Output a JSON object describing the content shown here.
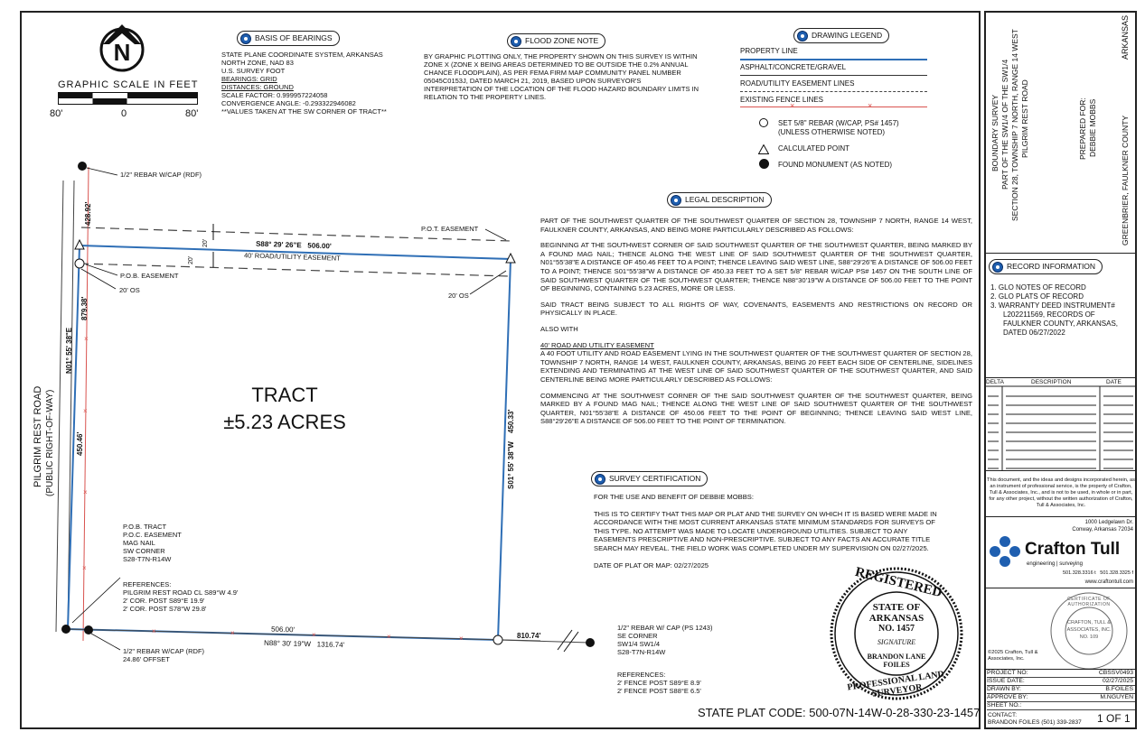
{
  "north_arrow": {
    "letter": "N"
  },
  "graphic_scale": {
    "title": "GRAPHIC SCALE IN FEET",
    "left": "80'",
    "mid": "0",
    "right": "80'"
  },
  "basis_of_bearings": {
    "title": "BASIS OF BEARINGS",
    "lines": [
      "STATE PLANE COORDINATE SYSTEM, ARKANSAS",
      "NORTH ZONE, NAD 83",
      "U.S. SURVEY FOOT",
      "BEARINGS: GRID",
      "DISTANCES: GROUND",
      "SCALE FACTOR: 0.999957224058",
      "CONVERGENCE ANGLE: -0.293322946082",
      "**VALUES TAKEN AT THE SW CORNER OF TRACT**"
    ]
  },
  "flood_zone": {
    "title": "FLOOD ZONE NOTE",
    "text": "BY GRAPHIC PLOTTING ONLY, THE PROPERTY SHOWN ON THIS SURVEY IS WITHIN ZONE X (ZONE X BEING AREAS DETERMINED TO BE OUTSIDE THE 0.2% ANNUAL CHANCE FLOODPLAIN), AS PER FEMA FIRM MAP COMMUNITY PANEL NUMBER 05045C0153J, DATED MARCH 21, 2019, BASED UPON SURVEYOR'S INTERPRETATION OF THE LOCATION OF THE FLOOD HAZARD BOUNDARY LIMITS IN RELATION TO THE PROPERTY LINES."
  },
  "legend": {
    "title": "DRAWING LEGEND",
    "property_line": "PROPERTY LINE",
    "asphalt": "ASPHALT/CONCRETE/GRAVEL",
    "easement": "ROAD/UTILITY EASEMENT LINES",
    "fence": "EXISTING FENCE LINES",
    "rebar": "SET 5/8\" REBAR (W/CAP, PS# 1457)",
    "rebar2": "(UNLESS OTHERWISE NOTED)",
    "calc": "CALCULATED POINT",
    "found": "FOUND MONUMENT (AS NOTED)"
  },
  "legal": {
    "title": "LEGAL DESCRIPTION",
    "p1": "PART OF THE SOUTHWEST QUARTER OF THE SOUTHWEST QUARTER OF SECTION 28, TOWNSHIP 7 NORTH, RANGE 14 WEST, FAULKNER COUNTY, ARKANSAS, AND BEING MORE PARTICULARLY DESCRIBED AS FOLLOWS:",
    "p2": "BEGINNING AT THE SOUTHWEST CORNER OF SAID SOUTHWEST QUARTER OF THE SOUTHWEST QUARTER, BEING MARKED BY A FOUND MAG NAIL; THENCE ALONG THE WEST LINE OF SAID SOUTHWEST QUARTER OF THE SOUTHWEST QUARTER, N01°55'38\"E A DISTANCE OF 450.46 FEET TO A POINT; THENCE LEAVING SAID WEST LINE, S88°29'26\"E A DISTANCE OF 506.00 FEET TO A POINT; THENCE S01°55'38\"W A DISTANCE OF 450.33 FEET TO A SET 5/8\" REBAR W/CAP PS# 1457 ON THE SOUTH LINE OF SAID SOUTHWEST QUARTER OF THE SOUTHWEST QUARTER; THENCE N88°30'19\"W A DISTANCE OF 506.00 FEET TO THE POINT OF BEGINNING, CONTAINING 5.23 ACRES, MORE OR LESS.",
    "p3": "SAID TRACT BEING SUBJECT TO ALL RIGHTS OF WAY, COVENANTS, EASEMENTS AND RESTRICTIONS ON RECORD OR PHYSICALLY IN PLACE.",
    "p4": "ALSO WITH",
    "p5_title": "40' ROAD AND UTILITY EASEMENT",
    "p5": "A 40 FOOT UTILITY AND ROAD EASEMENT LYING IN THE SOUTHWEST QUARTER OF THE SOUTHWEST QUARTER OF SECTION 28, TOWNSHIP 7 NORTH, RANGE 14 WEST, FAULKNER COUNTY, ARKANSAS, BEING 20 FEET EACH SIDE OF CENTERLINE, SIDELINES EXTENDING AND TERMINATING AT THE WEST LINE OF SAID SOUTHWEST QUARTER OF THE SOUTHWEST QUARTER, AND SAID CENTERLINE BEING MORE PARTICULARLY DESCRIBED AS FOLLOWS:",
    "p6": "COMMENCING AT THE SOUTHWEST CORNER OF THE SAID SOUTHWEST QUARTER OF THE SOUTHWEST QUARTER, BEING MARKED BY A FOUND MAG NAIL; THENCE ALONG THE WEST LINE OF SAID SOUTHWEST QUARTER OF THE SOUTHWEST QUARTER, N01°55'38\"E A DISTANCE OF 450.06 FEET TO THE POINT OF BEGINNING; THENCE LEAVING SAID WEST LINE, S88°29'26\"E A DISTANCE OF 506.00 FEET TO THE POINT OF TERMINATION."
  },
  "cert": {
    "title": "SURVEY CERTIFICATION",
    "p1": "FOR THE USE AND BENEFIT OF DEBBIE MOBBS:",
    "p2": "THIS IS TO CERTIFY THAT THIS MAP OR PLAT AND THE SURVEY ON WHICH IT IS BASED WERE MADE IN ACCORDANCE WITH THE MOST CURRENT ARKANSAS STATE MINIMUM STANDARDS FOR SURVEYS OF THIS TYPE. NO ATTEMPT WAS MADE TO LOCATE UNDERGROUND UTILITIES. SUBJECT TO ANY EASEMENTS PRESCRIPTIVE AND NON-PRESCRIPTIVE. SUBJECT TO ANY FACTS AN ACCURATE TITLE SEARCH MAY REVEAL. THE FIELD WORK WAS COMPLETED UNDER MY SUPERVISION ON 02/27/2025.",
    "p3": "DATE OF PLAT OR MAP: 02/27/2025"
  },
  "seal": {
    "top": "REGISTERED",
    "state": "STATE OF",
    "ark": "ARKANSAS",
    "no": "NO. 1457",
    "sig": "SIGNATURE",
    "name": "BRANDON LANE FOILES",
    "arc": "PROFESSIONAL LAND SURVEYOR"
  },
  "plat_code": "STATE PLAT CODE: 500-07N-14W-0-28-330-23-1457",
  "drawing": {
    "tract": "TRACT",
    "acres": "±5.23 ACRES",
    "road1": "PILGRIM REST ROAD",
    "road2": "(PUBLIC RIGHT-OF-WAY)",
    "rebar_top": "1/2\" REBAR W/CAP (RDF)",
    "d42892": "428.92'",
    "b87938": "879.38'",
    "west_bearing": "N01° 55' 38\"E",
    "west_dist": "450.46'",
    "east_bearing": "S01° 55' 38\"W",
    "east_dist": "450.33'",
    "north_bearing": "S88° 29' 26\"E",
    "north_dist": "506.00'",
    "easement_label": "40' ROAD/UTILITY EASEMENT",
    "pot": "P.O.T. EASEMENT",
    "pob_eas": "P.O.B. EASEMENT",
    "os20a": "20' OS",
    "os20b": "20' OS",
    "dim20a": "20'",
    "dim20b": "20'",
    "south_dist": "506.00'",
    "south_bearing": "N88° 30' 19\"W",
    "south_total": "1316.74'",
    "d81074": "810.74'",
    "pob_tract": [
      "P.O.B. TRACT",
      "P.O.C. EASEMENT",
      "MAG NAIL",
      "SW CORNER",
      "S28-T7N-R14W"
    ],
    "refs_sw": [
      "REFERENCES:",
      "PILGRIM REST ROAD CL S89°W 4.9'",
      "2' COR. POST S89°E 19.9'",
      "2' COR. POST S78°W 29.8'"
    ],
    "rebar_sw": "1/2\" REBAR W/CAP (RDF)",
    "rebar_sw2": "24.86' OFFSET",
    "se_lines": [
      "1/2\" REBAR W/ CAP (PS 1243)",
      "SE CORNER",
      "SW1/4 SW1/4",
      "S28-T7N-R14W"
    ],
    "refs_se": [
      "REFERENCES:",
      "2' FENCE POST S89°E 8.9'",
      "2' FENCE POST S88°E 6.5'"
    ]
  },
  "title_block": {
    "state": "ARKANSAS",
    "county": "GREENBRIER, FAULKNER COUNTY",
    "survey": [
      "BOUNDARY SURVEY",
      "PART OF THE SW1/4 OF THE SW1/4",
      "SECTION 28, TOWNSHIP 7 NORTH, RANGE 14 WEST",
      "PILGRIM REST ROAD"
    ],
    "prepared": [
      "PREPARED FOR:",
      "DEBBIE MOBBS"
    ],
    "record_title": "RECORD INFORMATION",
    "records": [
      "1.  GLO NOTES OF RECORD",
      "2.  GLO PLATS OF RECORD",
      "3.  WARRANTY DEED INSTRUMENT# L202211569, RECORDS OF FAULKNER COUNTY, ARKANSAS, DATED 06/27/2022"
    ],
    "rev_delta": "DELTA",
    "rev_desc": "DESCRIPTION",
    "rev_date": "DATE",
    "notice": "This document, and the ideas and designs incorporated herein, as an instrument of professional service, is the property of Crafton, Tull & Associates, Inc., and is not to be used, in whole or in part, for any other project, without the written authorization of Crafton, Tull & Associates, Inc.",
    "addr1": "1000 Ledgelawn Dr.",
    "addr2": "Conway, Arkansas 72034",
    "company": "Crafton Tull",
    "tagline": "engineering | surveying",
    "phones": "501.328.3316 t   501.328.3325 f",
    "web": "www.craftontull.com",
    "coa_top": "CERTIFICATE OF AUTHORIZATION",
    "coa1": "CRAFTON, TULL &",
    "coa2": "ASSOCIATES, INC.",
    "coa3": "NO. 109",
    "copyright": "©2025 Crafton, Tull & Associates, Inc.",
    "rows": [
      {
        "k": "PROJECT NO:",
        "v": "CBSSV0493"
      },
      {
        "k": "ISSUE DATE:",
        "v": "02/27/2025"
      },
      {
        "k": "DRAWN BY:",
        "v": "B.FOILES"
      },
      {
        "k": "APPROVE BY:",
        "v": "M.NGUYEN"
      },
      {
        "k": "SHEET NO.:",
        "v": ""
      }
    ],
    "contact_k": "CONTACT:",
    "contact_v": "BRANDON FOILES (501) 339-2837",
    "sheet": "1 OF 1"
  },
  "colors": {
    "property": "#2f6fb6",
    "fence": "#d9534f",
    "accent": "#1f5fb0"
  }
}
